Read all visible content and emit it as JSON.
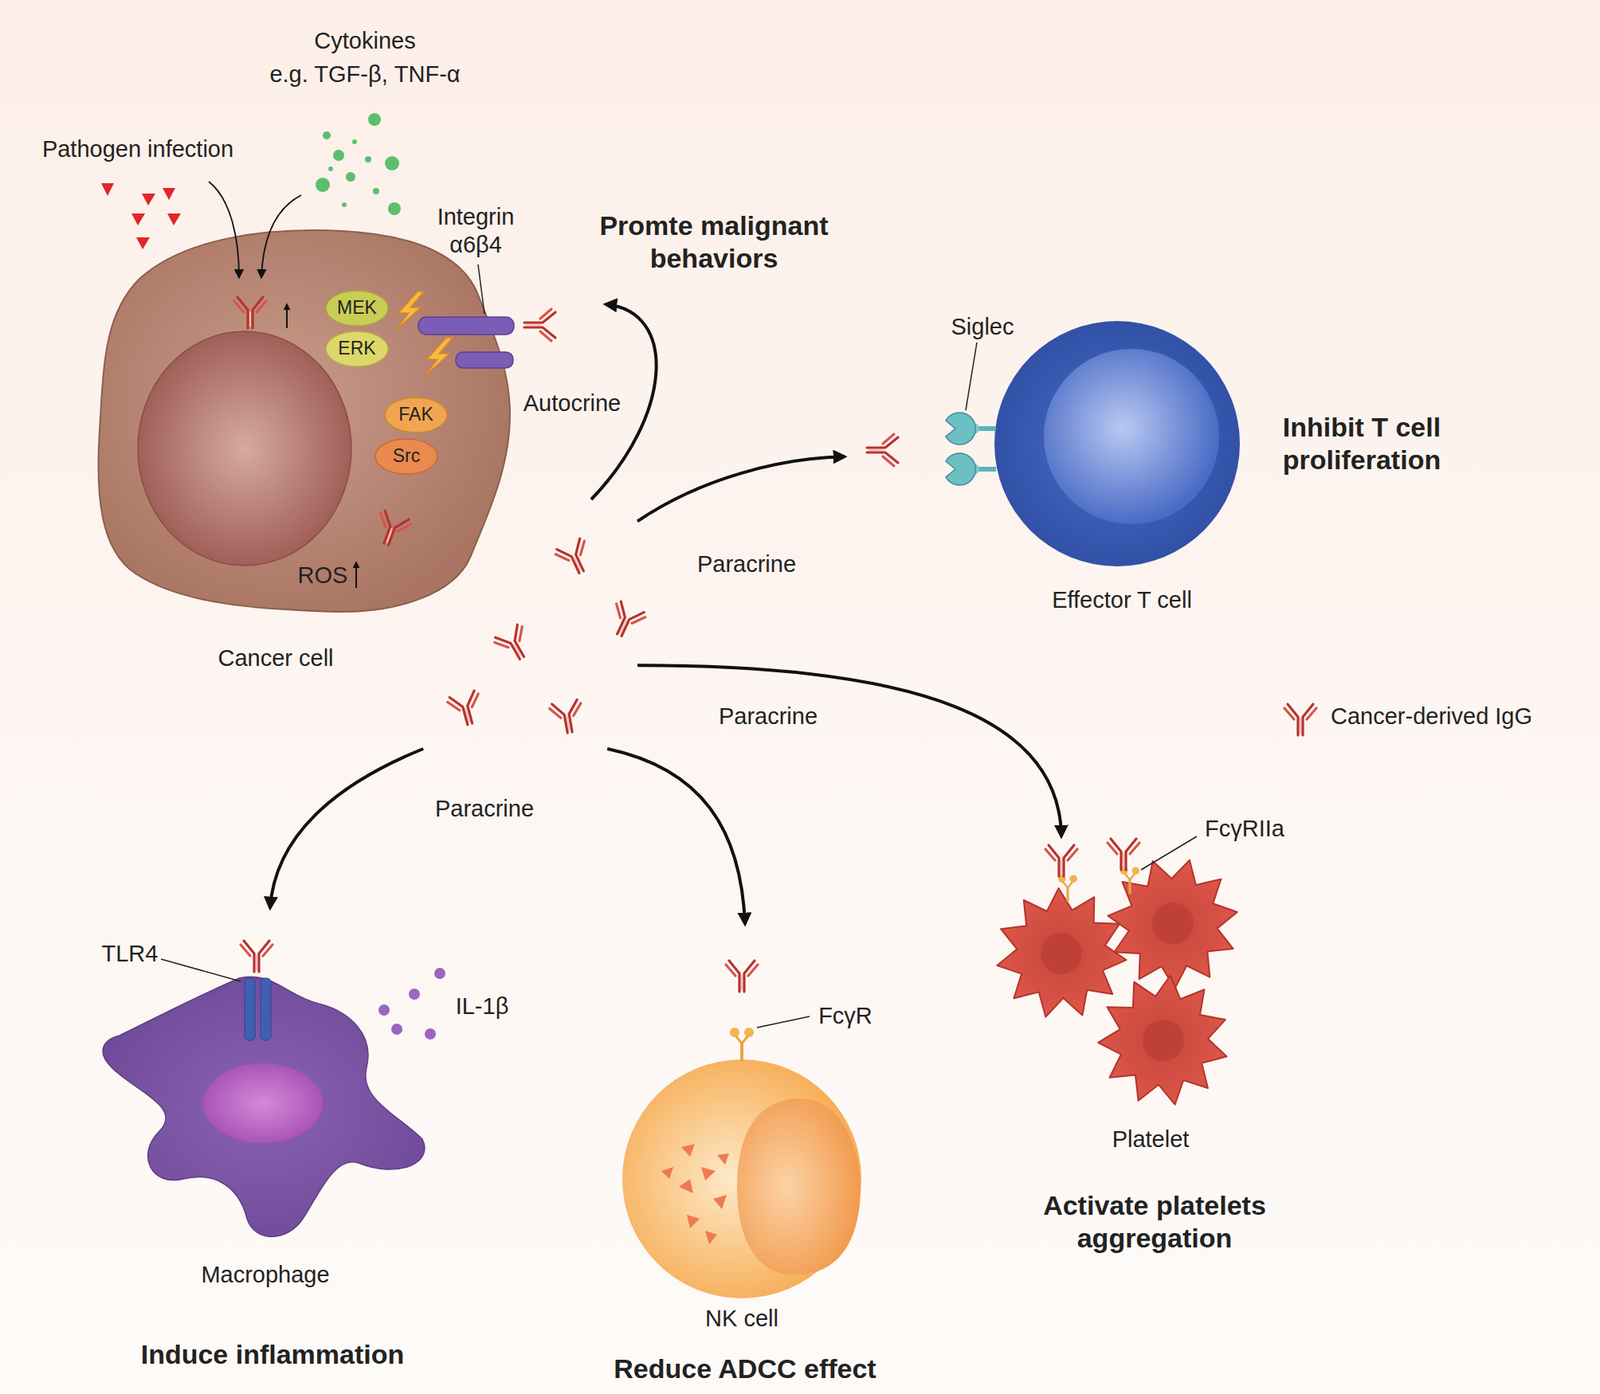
{
  "diagram": {
    "nodes": [
      {
        "text": [
          "Cancer cell"
        ]
      },
      {
        "text": [
          "MEK"
        ],
        "in": 0
      },
      {
        "text": [
          "ERK"
        ],
        "in": 0
      },
      {
        "text": [
          "FAK"
        ],
        "in": 0
      },
      {
        "text": [
          "Src"
        ],
        "in": 0
      },
      {
        "text": [
          "Effector T cell"
        ]
      },
      {
        "text": [
          "Macrophage"
        ]
      },
      {
        "text": [
          "NK cell"
        ]
      },
      {
        "text": [
          "Platelet"
        ]
      }
    ],
    "edges": [
      {
        "from": 0,
        "to": 5,
        "arrow": "to",
        "label": "Paracrine"
      },
      {
        "from": 0,
        "to": 8,
        "arrow": "to",
        "label": "Paracrine"
      },
      {
        "from": 0,
        "to": 6,
        "arrow": "to",
        "label": "Paracrine"
      },
      {
        "from": 0,
        "to": 7,
        "arrow": "to"
      }
    ],
    "labels": [
      "Cytokines",
      "e.g. TGF-β, TNF-α",
      "Pathogen infection",
      "Integrin α6β4",
      "Promte malignant behaviors",
      "Autocrine",
      "Siglec",
      "Inhibit T cell proliferation",
      "ROS",
      "TLR4",
      "IL-1β",
      "FcγR",
      "FcγRIIa",
      "Induce inflammation",
      "Reduce ADCC effect",
      "Activate platelets aggregation"
    ],
    "legend": [
      {
        "text": "Cancer-derived IgG"
      }
    ]
  }
}
